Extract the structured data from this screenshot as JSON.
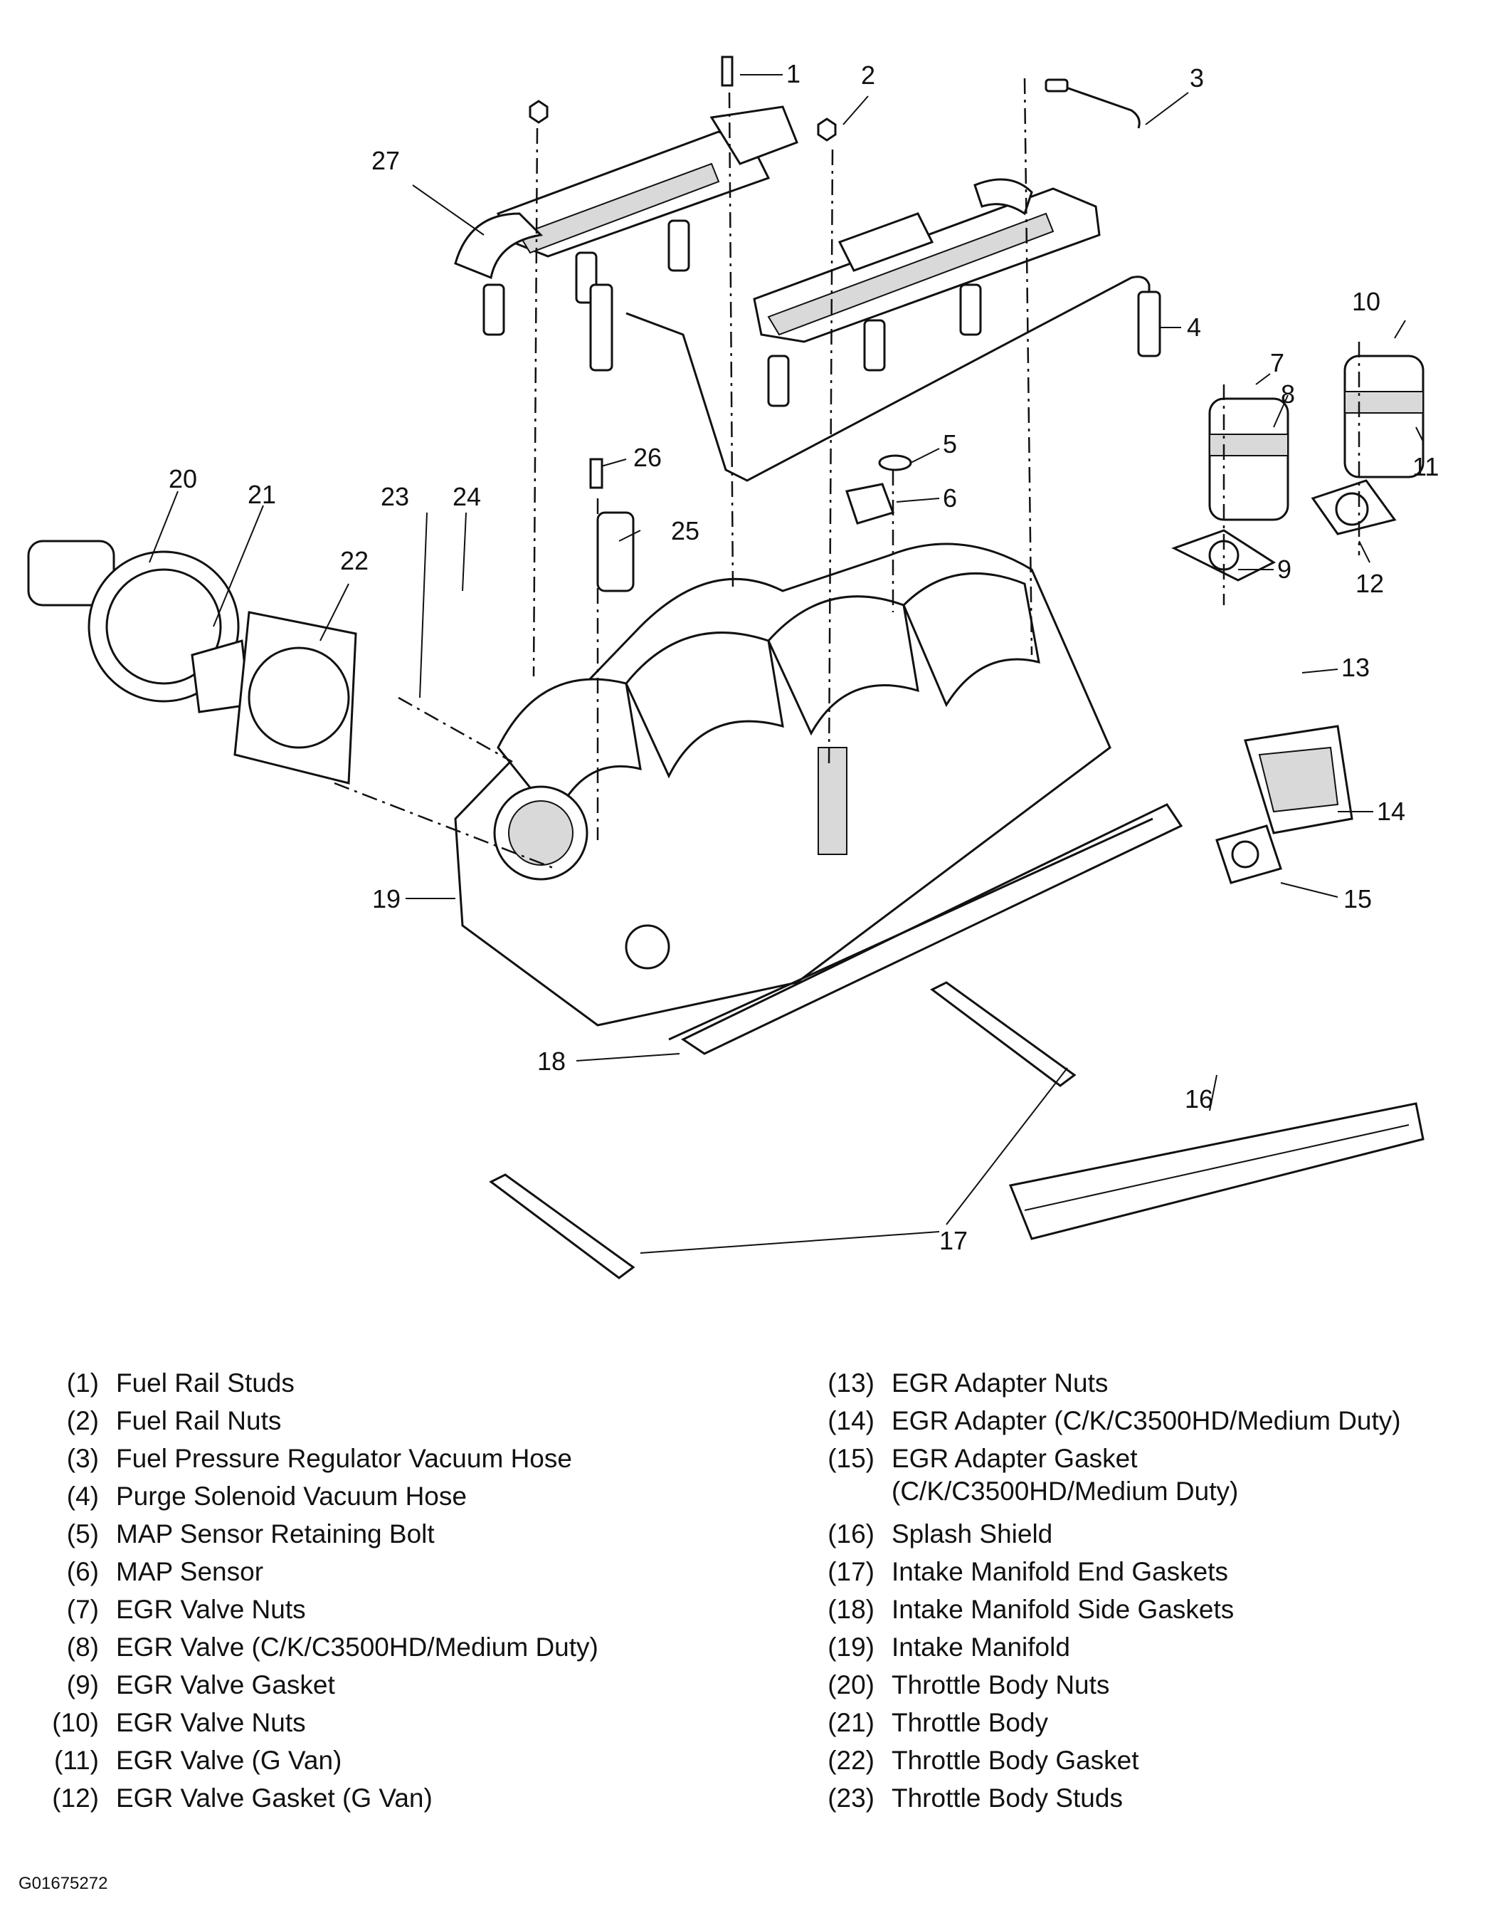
{
  "diagram": {
    "callouts": [
      "1",
      "2",
      "3",
      "4",
      "5",
      "6",
      "7",
      "8",
      "9",
      "10",
      "11",
      "12",
      "13",
      "14",
      "15",
      "16",
      "17",
      "18",
      "19",
      "20",
      "21",
      "22",
      "23",
      "24",
      "25",
      "26",
      "27"
    ]
  },
  "legend": {
    "left": [
      {
        "num": "(1)",
        "name": "Fuel Rail Studs"
      },
      {
        "num": "(2)",
        "name": "Fuel Rail Nuts"
      },
      {
        "num": "(3)",
        "name": "Fuel Pressure Regulator Vacuum Hose"
      },
      {
        "num": "(4)",
        "name": "Purge Solenoid Vacuum Hose"
      },
      {
        "num": "(5)",
        "name": "MAP Sensor Retaining Bolt"
      },
      {
        "num": "(6)",
        "name": "MAP Sensor"
      },
      {
        "num": "(7)",
        "name": "EGR Valve Nuts"
      },
      {
        "num": "(8)",
        "name": "EGR Valve (C/K/C3500HD/Medium Duty)"
      },
      {
        "num": "(9)",
        "name": "EGR Valve Gasket"
      },
      {
        "num": "(10)",
        "name": "EGR Valve Nuts"
      },
      {
        "num": "(11)",
        "name": "EGR Valve (G Van)"
      },
      {
        "num": "(12)",
        "name": "EGR Valve Gasket (G Van)"
      }
    ],
    "right": [
      {
        "num": "(13)",
        "name": "EGR Adapter Nuts"
      },
      {
        "num": "(14)",
        "name": "EGR Adapter (C/K/C3500HD/Medium Duty)"
      },
      {
        "num": "(15)",
        "name": "EGR Adapter Gasket\n(C/K/C3500HD/Medium Duty)"
      },
      {
        "num": "(16)",
        "name": "Splash Shield"
      },
      {
        "num": "(17)",
        "name": "Intake Manifold End Gaskets"
      },
      {
        "num": "(18)",
        "name": "Intake Manifold Side Gaskets"
      },
      {
        "num": "(19)",
        "name": "Intake Manifold"
      },
      {
        "num": "(20)",
        "name": "Throttle Body Nuts"
      },
      {
        "num": "(21)",
        "name": "Throttle Body"
      },
      {
        "num": "(22)",
        "name": "Throttle Body Gasket"
      },
      {
        "num": "(23)",
        "name": "Throttle Body Studs"
      }
    ]
  },
  "figure_code": "G01675272"
}
